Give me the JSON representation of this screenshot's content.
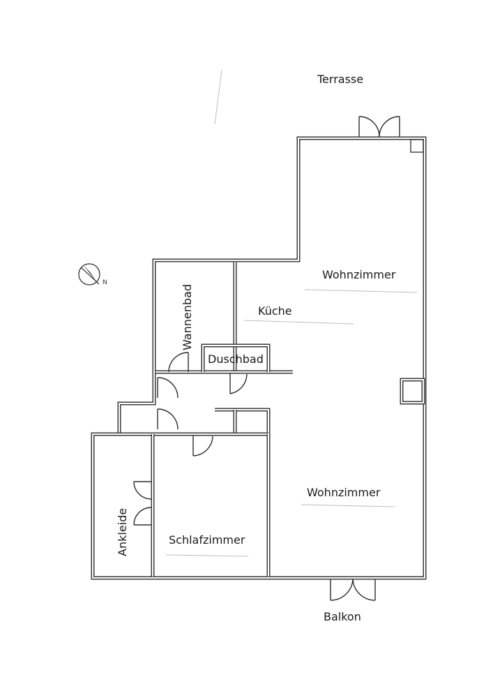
{
  "rooms": {
    "terrasse": "Terrasse",
    "wohnzimmer_top": "Wohnzimmer",
    "kueche": "Küche",
    "wannenbad": "Wannenbad",
    "duschbad": "Duschbad",
    "wohnzimmer_bottom": "Wohnzimmer",
    "schlafzimmer": "Schlafzimmer",
    "ankleide": "Ankleide",
    "balkon": "Balkon"
  },
  "compass": {
    "north_label": "N"
  },
  "colors": {
    "wall": "#3a3a3a",
    "background": "#ffffff"
  }
}
